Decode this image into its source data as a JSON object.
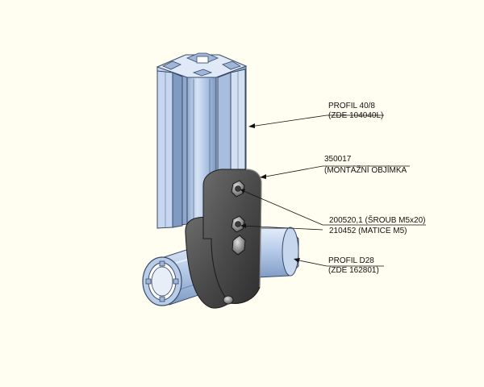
{
  "callouts": {
    "profile_40_8": {
      "line1": "PROFIL 40/8",
      "line2": "(ZDE 104040L)"
    },
    "clamp": {
      "line1": "350017",
      "line2": "(MONTÁŽNÍ OBJÍMKA"
    },
    "fasteners": {
      "line1": "200520,1 (ŠROUB M5x20)",
      "line2": "210452 (MATICE M5)"
    },
    "profile_d28": {
      "line1": "PROFIL D28",
      "line2": "(ZDE 162801)"
    }
  },
  "colors": {
    "background": "#fffef0",
    "profile": "#aec5e6",
    "clamp": "#4d4d4d",
    "tube": "#b5cbea"
  }
}
